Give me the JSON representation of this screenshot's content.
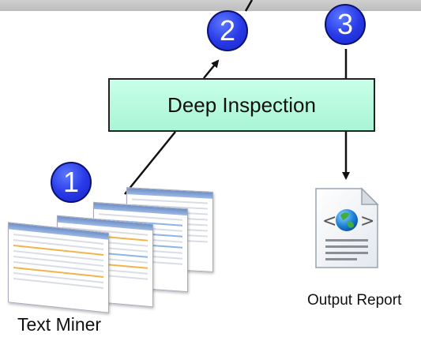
{
  "labels": {
    "badge_1": "1",
    "badge_2": "2",
    "badge_3": "3",
    "deep_inspection": "Deep Inspection",
    "text_miner": "Text Miner",
    "output_report": "Output Report"
  },
  "colors": {
    "badge": "#2738e6",
    "box_fill": "#b9f9df",
    "line": "#111111"
  },
  "icons": {
    "text_miner": "screenshot-stack-icon",
    "output_report": "web-document-icon"
  }
}
